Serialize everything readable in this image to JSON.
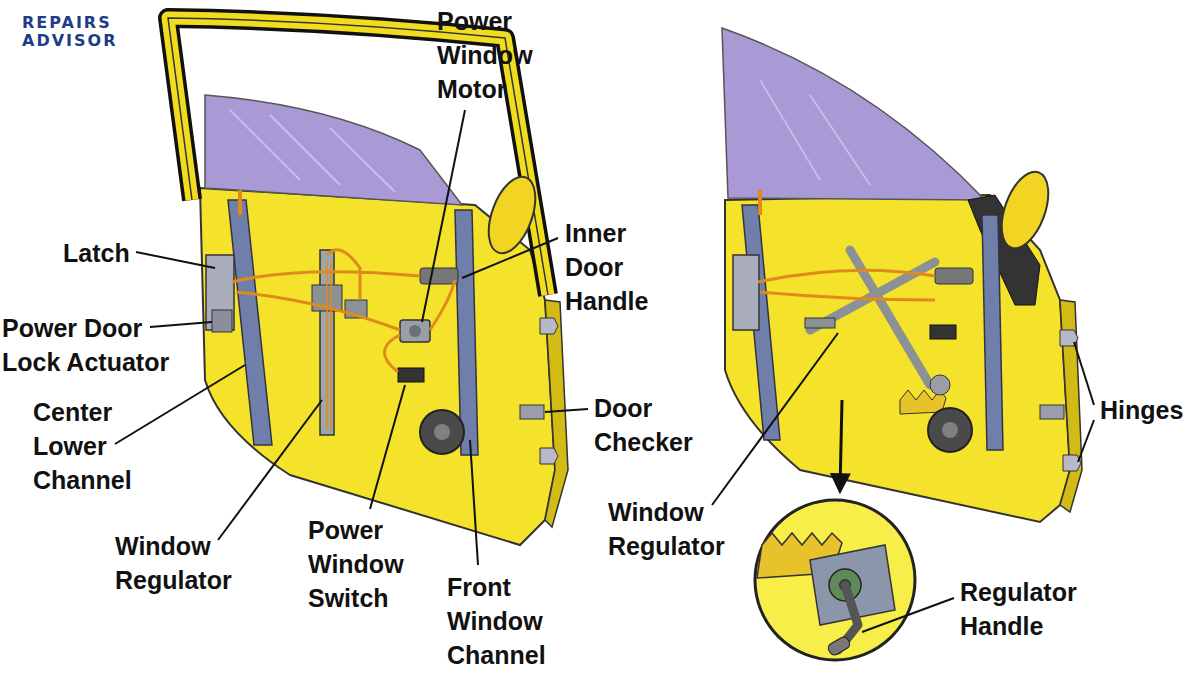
{
  "diagram": {
    "labels": [
      "REPAIRS ADVISOR",
      "Power Window Motor",
      "Latch",
      "Inner Door Handle",
      "Power Door Lock Actuator",
      "Center Lower Channel",
      "Window Regulator",
      "Power Window Switch",
      "Front Window Channel",
      "Door Checker",
      "Hinges",
      "Window Regulator",
      "Regulator Handle"
    ]
  }
}
